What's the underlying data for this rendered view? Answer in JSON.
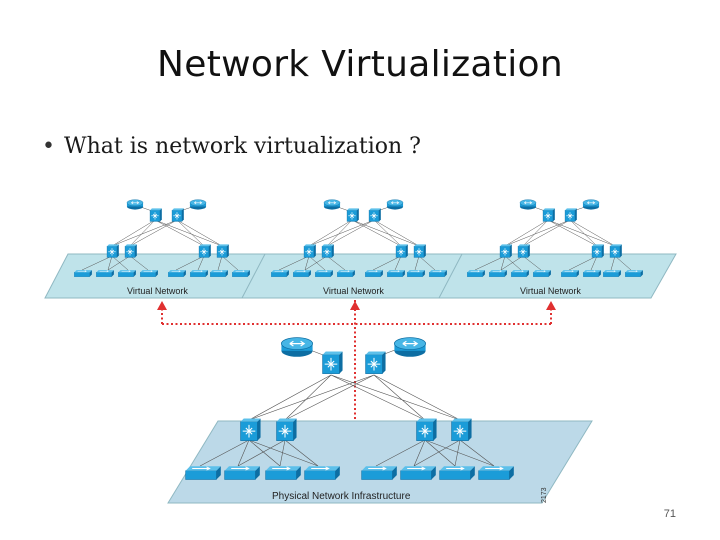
{
  "slide": {
    "title": "Network Virtualization",
    "bullet": "What is network virtualization ?",
    "bullet_marker": "•",
    "page_number": "71"
  },
  "diagram": {
    "virtual_networks": [
      {
        "label": "Virtual Network"
      },
      {
        "label": "Virtual Network"
      },
      {
        "label": "Virtual Network"
      }
    ],
    "physical_label": "Physical Network Infrastructure",
    "side_code": "2173",
    "colors": {
      "device_fill": "#1b9cd8",
      "device_dark": "#0d6ea3",
      "plane_fill": "#bfe3ea",
      "plane_stroke": "#8fb8c2",
      "physical_fill": "#bcd9e8",
      "link_color": "#e03030"
    },
    "icons": [
      "router-icon",
      "multilayer-switch-icon",
      "access-switch-icon"
    ]
  }
}
